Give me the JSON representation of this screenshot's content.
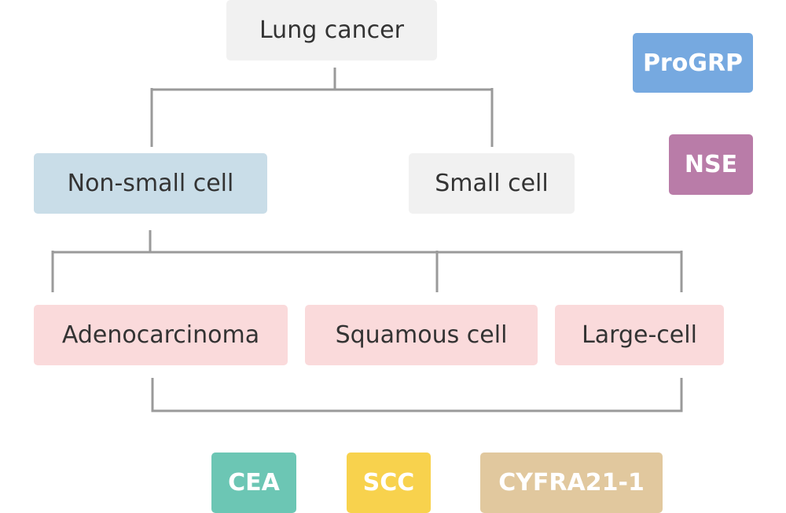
{
  "nodes": {
    "lung_cancer": "Lung cancer",
    "non_small_cell": "Non-small cell",
    "small_cell": "Small cell",
    "adenocarcinoma": "Adenocarcinoma",
    "squamous_cell": "Squamous cell",
    "large_cell": "Large-cell"
  },
  "markers": {
    "progrp": {
      "label": "ProGRP",
      "color": "#76a9e0"
    },
    "nse": {
      "label": "NSE",
      "color": "#b97ca8"
    },
    "cea": {
      "label": "CEA",
      "color": "#6cc6b4"
    },
    "scc": {
      "label": "SCC",
      "color": "#f8d24d"
    },
    "cyfra": {
      "label": "CYFRA21-1",
      "color": "#e1c89e"
    }
  }
}
